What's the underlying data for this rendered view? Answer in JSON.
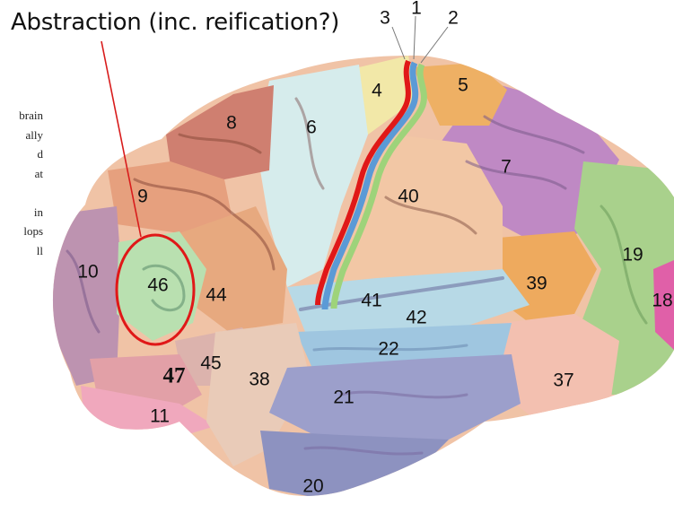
{
  "title": "Abstraction (inc. reification?)",
  "side_text": [
    "brain",
    "ally",
    "d",
    "at",
    "",
    "in",
    "lops",
    "ll"
  ],
  "areas": [
    {
      "id": "1",
      "label": "1"
    },
    {
      "id": "2",
      "label": "2"
    },
    {
      "id": "3",
      "label": "3"
    },
    {
      "id": "4",
      "label": "4"
    },
    {
      "id": "5",
      "label": "5"
    },
    {
      "id": "6",
      "label": "6"
    },
    {
      "id": "7",
      "label": "7"
    },
    {
      "id": "8",
      "label": "8"
    },
    {
      "id": "9",
      "label": "9"
    },
    {
      "id": "10",
      "label": "10"
    },
    {
      "id": "11",
      "label": "11"
    },
    {
      "id": "18",
      "label": "18"
    },
    {
      "id": "19",
      "label": "19"
    },
    {
      "id": "20",
      "label": "20"
    },
    {
      "id": "21",
      "label": "21"
    },
    {
      "id": "22",
      "label": "22"
    },
    {
      "id": "37",
      "label": "37"
    },
    {
      "id": "38",
      "label": "38"
    },
    {
      "id": "39",
      "label": "39"
    },
    {
      "id": "40",
      "label": "40"
    },
    {
      "id": "41",
      "label": "41"
    },
    {
      "id": "42",
      "label": "42"
    },
    {
      "id": "44",
      "label": "44"
    },
    {
      "id": "45",
      "label": "45"
    },
    {
      "id": "46",
      "label": "46"
    },
    {
      "id": "47",
      "label": "47"
    }
  ],
  "colors": {
    "highlight": "#e01818",
    "pointer": "#d81c1c",
    "area_46": "#b9e0b0",
    "area_4": "#f2e8a8",
    "area_6": "#d6ecec",
    "area_8": "#cf7f70",
    "area_9": "#e6a07e",
    "area_10": "#bd93b0",
    "area_11": "#f0a8bd",
    "area_19": "#a9d18c",
    "area_20_21": "#8d92c0",
    "area_22": "#9fc6e0",
    "area_39": "#eeaa5e",
    "area_40": "#f2c7a5",
    "area_7": "#bf89c4",
    "area_38": "#e9cbb8",
    "area_37": "#f3c0b0",
    "area_18": "#e060a8"
  }
}
